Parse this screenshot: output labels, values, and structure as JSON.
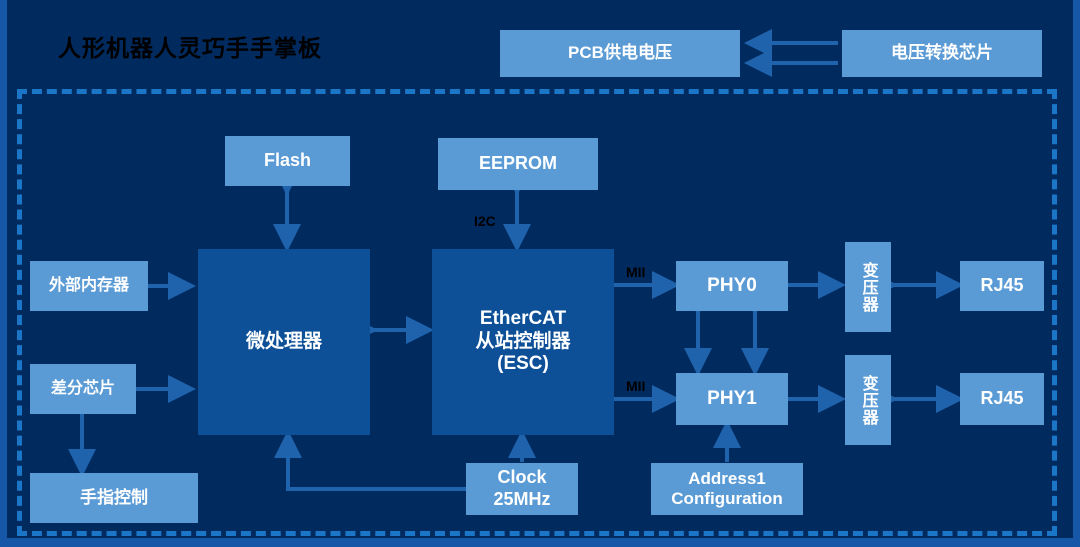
{
  "diagram": {
    "title": "人形机器人灵巧手手掌板",
    "colors": {
      "background": "#012a5e",
      "edge_strip": "#1657a8",
      "boundary_dashed": "#1b76c8",
      "block_light": "#5b9bd5",
      "block_mid": "#0d5098",
      "arrow": "#1f63ad",
      "label_text": "#000000",
      "block_text": "#ffffff"
    },
    "blocks": {
      "pcb_supply": "PCB供电电压",
      "voltage_converter": "电压转换芯片",
      "flash": "Flash",
      "eeprom": "EEPROM",
      "external_memory": "外部内存器",
      "microprocessor": "微处理器",
      "differential_chip": "差分芯片",
      "finger_control": "手指控制",
      "esc_line1": "EtherCAT",
      "esc_line2": "从站控制器",
      "esc_line3": "(ESC)",
      "phy0": "PHY0",
      "phy1": "PHY1",
      "transformer_top": "变压器",
      "transformer_bottom": "变压器",
      "rj45_top": "RJ45",
      "rj45_bottom": "RJ45",
      "clock_line1": "Clock",
      "clock_line2": "25MHz",
      "address_line1": "Address1",
      "address_line2": "Configuration"
    },
    "connector_labels": {
      "i2c": "I2C",
      "mii_top": "MII",
      "mii_bottom": "MII"
    }
  }
}
